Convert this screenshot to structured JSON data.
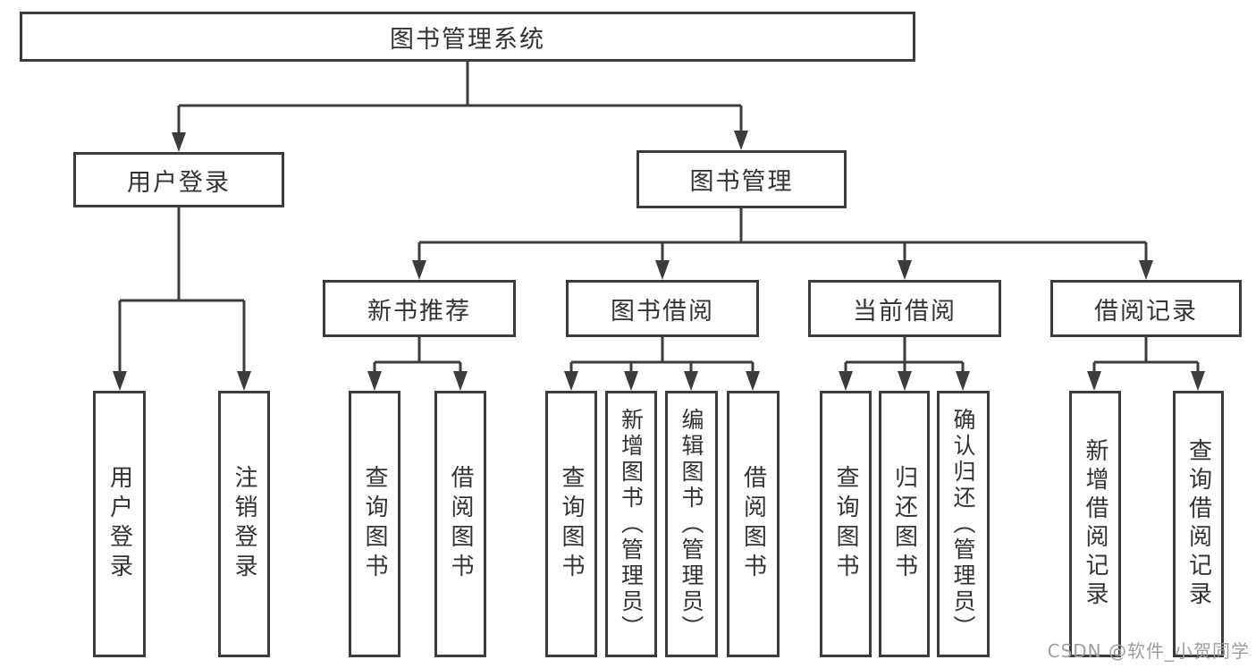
{
  "colors": {
    "line": "#3c3c3c",
    "border": "#3c3c3c",
    "text": "#333333",
    "watermark": "#9e9e9e",
    "background": "#ffffff"
  },
  "tree": {
    "root": {
      "label": "图书管理系统"
    },
    "children": [
      {
        "label": "用户登录",
        "children": [
          {
            "label": "用户登录"
          },
          {
            "label": "注销登录"
          }
        ]
      },
      {
        "label": "图书管理",
        "children": [
          {
            "label": "新书推荐",
            "children": [
              {
                "label": "查询图书"
              },
              {
                "label": "借阅图书"
              }
            ]
          },
          {
            "label": "图书借阅",
            "children": [
              {
                "label": "查询图书"
              },
              {
                "label": "新增图书（管理员）"
              },
              {
                "label": "编辑图书（管理员）"
              },
              {
                "label": "借阅图书"
              }
            ]
          },
          {
            "label": "当前借阅",
            "children": [
              {
                "label": "查询图书"
              },
              {
                "label": "归还图书"
              },
              {
                "label": "确认归还（管理员）"
              }
            ]
          },
          {
            "label": "借阅记录",
            "children": [
              {
                "label": "新增借阅记录"
              },
              {
                "label": "查询借阅记录"
              }
            ]
          }
        ]
      }
    ]
  },
  "watermark": {
    "text": "CSDN @软件_小贺同学"
  }
}
